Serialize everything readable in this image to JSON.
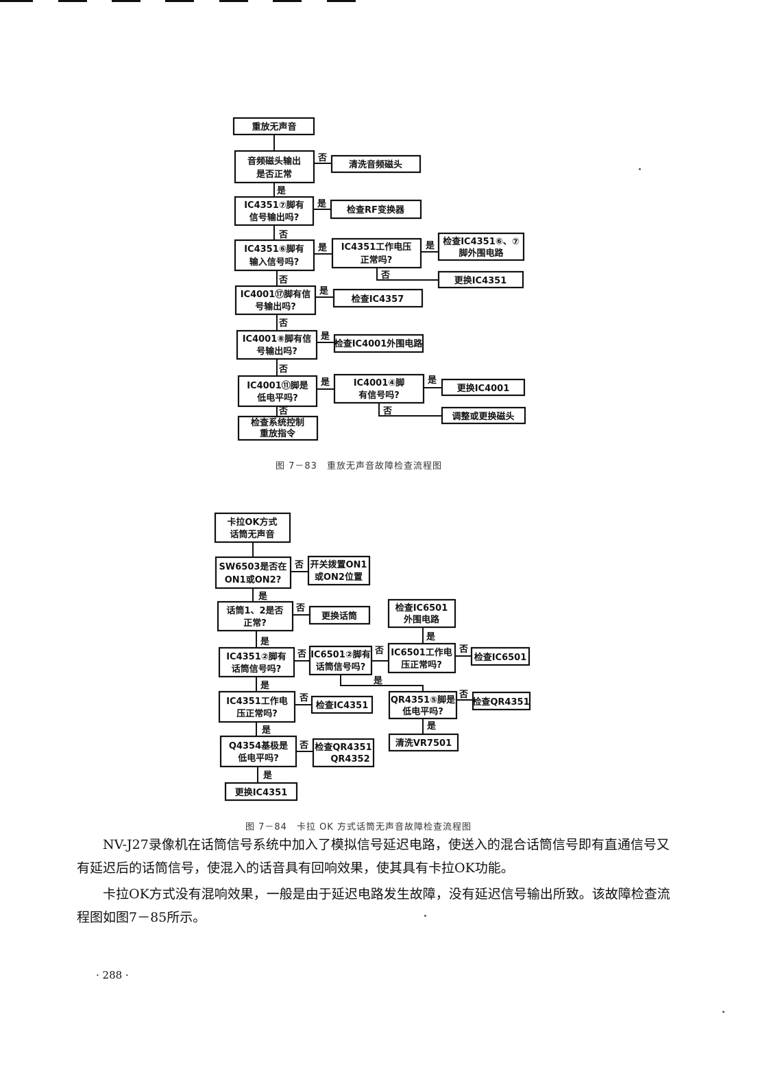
{
  "fig83": {
    "caption": "图 7－83　重放无声音故障检查流程图",
    "nodes": {
      "start": "重放无声音",
      "q1": [
        "音频磁头输出",
        "是否正常"
      ],
      "a1": "清洗音频磁头",
      "q2": [
        "IC4351⑦脚有",
        "信号输出吗?"
      ],
      "a2": "检查RF变换器",
      "q3": [
        "IC4351⑥脚有",
        "输入信号吗?"
      ],
      "q3b": [
        "IC4351工作电压",
        "正常吗?"
      ],
      "a3": [
        "检查IC4351⑥、⑦",
        "脚外围电路"
      ],
      "a3b": "更换IC4351",
      "q4": [
        "IC4001⑰脚有信",
        "号输出吗?"
      ],
      "a4": "检查IC4357",
      "q5": [
        "IC4001⑧脚有信",
        "号输出吗?"
      ],
      "a5": "检查IC4001外围电路",
      "q6": [
        "IC4001⑪脚是",
        "低电平吗?"
      ],
      "q6b": [
        "IC4001④脚",
        "有信号吗?"
      ],
      "a6": "更换IC4001",
      "a6b": "调整或更换磁头",
      "end": [
        "检查系统控制",
        "重放指令"
      ]
    }
  },
  "fig84": {
    "caption": "图 7－84　卡拉 OK 方式话筒无声音故障检查流程图",
    "nodes": {
      "start": [
        "卡拉OK方式",
        "话筒无声音"
      ],
      "q1": [
        "SW6503是否在",
        "ON1或ON2?"
      ],
      "a1": [
        "开关拨置ON1",
        "或ON2位置"
      ],
      "q2": [
        "话筒1、2是否",
        "正常?"
      ],
      "a2": "更换话筒",
      "q3": [
        "IC4351②脚有",
        "话筒信号吗?"
      ],
      "q3b": [
        "IC6501②脚有",
        "话筒信号吗?"
      ],
      "q3c": [
        "IC6501工作电",
        "压正常吗?"
      ],
      "a3c": "检查IC6501",
      "a3d": [
        "检查IC6501",
        "外围电路"
      ],
      "q3e": [
        "QR4351⑤脚是",
        "低电平吗?"
      ],
      "a3e": "检查QR4351",
      "a3f": "清洗VR7501",
      "q4": [
        "IC4351工作电",
        "压正常吗?"
      ],
      "a4": "检查IC4351",
      "q5": [
        "Q4354基极是",
        "低电平吗?"
      ],
      "a5": [
        "检查QR4351",
        "QR4352"
      ],
      "end": "更换IC4351"
    }
  },
  "labels": {
    "yes": "是",
    "no": "否"
  },
  "paragraphs": [
    "NV-J27录像机在话筒信号系统中加入了模拟信号延迟电路，使送入的混合话筒信号即有直通信号又有延迟后的话筒信号，使混入的话音具有回响效果，使其具有卡拉OK功能。",
    "卡拉OK方式没有混响效果，一般是由于延迟电路发生故障，没有延迟信号输出所致。该故障检查流程图如图7－85所示。"
  ],
  "page_number": "· 288 ·"
}
